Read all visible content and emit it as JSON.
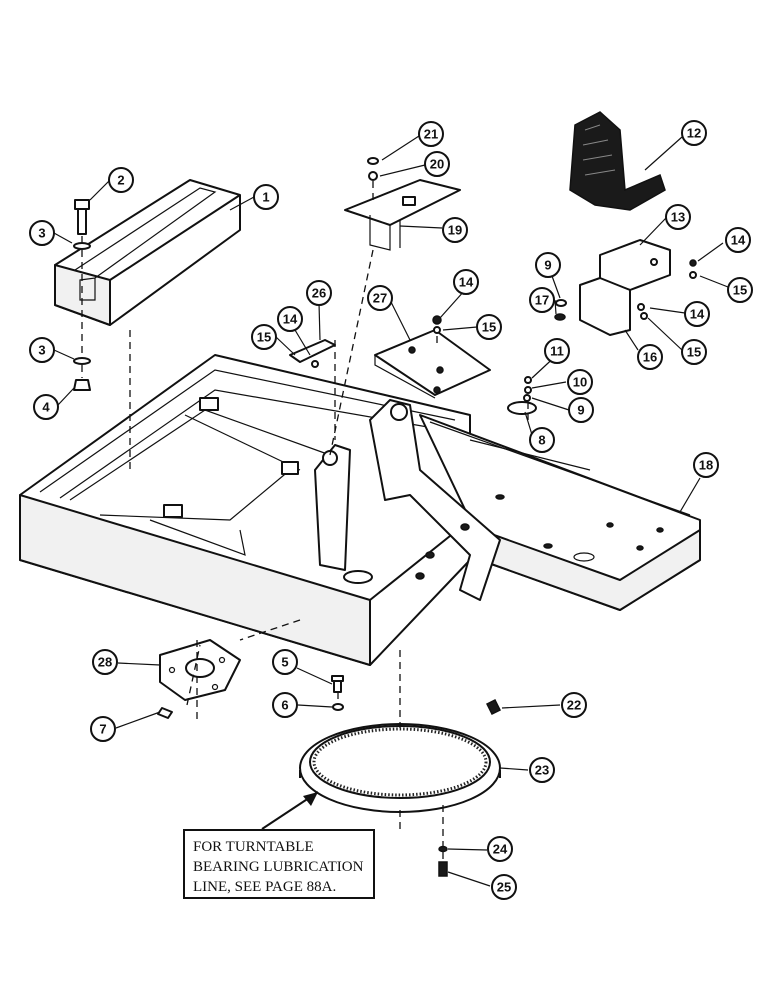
{
  "callouts": [
    {
      "label": "1",
      "part": "frame-rail-cover"
    },
    {
      "label": "2",
      "part": "bolt"
    },
    {
      "label": "3",
      "part": "washer"
    },
    {
      "label": "3",
      "part": "washer"
    },
    {
      "label": "4",
      "part": "nut"
    },
    {
      "label": "5",
      "part": "bolt"
    },
    {
      "label": "6",
      "part": "washer"
    },
    {
      "label": "7",
      "part": "clip"
    },
    {
      "label": "8",
      "part": "pad"
    },
    {
      "label": "9",
      "part": "washer"
    },
    {
      "label": "9",
      "part": "washer"
    },
    {
      "label": "10",
      "part": "washer"
    },
    {
      "label": "11",
      "part": "bolt"
    },
    {
      "label": "12",
      "part": "seat"
    },
    {
      "label": "13",
      "part": "seat-bracket"
    },
    {
      "label": "14",
      "part": "washer"
    },
    {
      "label": "14",
      "part": "washer"
    },
    {
      "label": "14",
      "part": "washer"
    },
    {
      "label": "14",
      "part": "washer"
    },
    {
      "label": "15",
      "part": "bolt"
    },
    {
      "label": "15",
      "part": "bolt"
    },
    {
      "label": "15",
      "part": "bolt"
    },
    {
      "label": "15",
      "part": "bolt"
    },
    {
      "label": "16",
      "part": "seat-riser"
    },
    {
      "label": "17",
      "part": "nut"
    },
    {
      "label": "18",
      "part": "turntable-frame"
    },
    {
      "label": "19",
      "part": "support-plate"
    },
    {
      "label": "20",
      "part": "washer"
    },
    {
      "label": "21",
      "part": "nut"
    },
    {
      "label": "22",
      "part": "fitting"
    },
    {
      "label": "23",
      "part": "turntable-bearing"
    },
    {
      "label": "24",
      "part": "washer"
    },
    {
      "label": "25",
      "part": "bolt"
    },
    {
      "label": "26",
      "part": "bracket"
    },
    {
      "label": "27",
      "part": "mounting-plate"
    },
    {
      "label": "28",
      "part": "swivel-plate"
    }
  ],
  "note": {
    "lines": [
      "FOR TURNTABLE",
      "BEARING LUBRICATION",
      "LINE, SEE PAGE 88A."
    ]
  }
}
